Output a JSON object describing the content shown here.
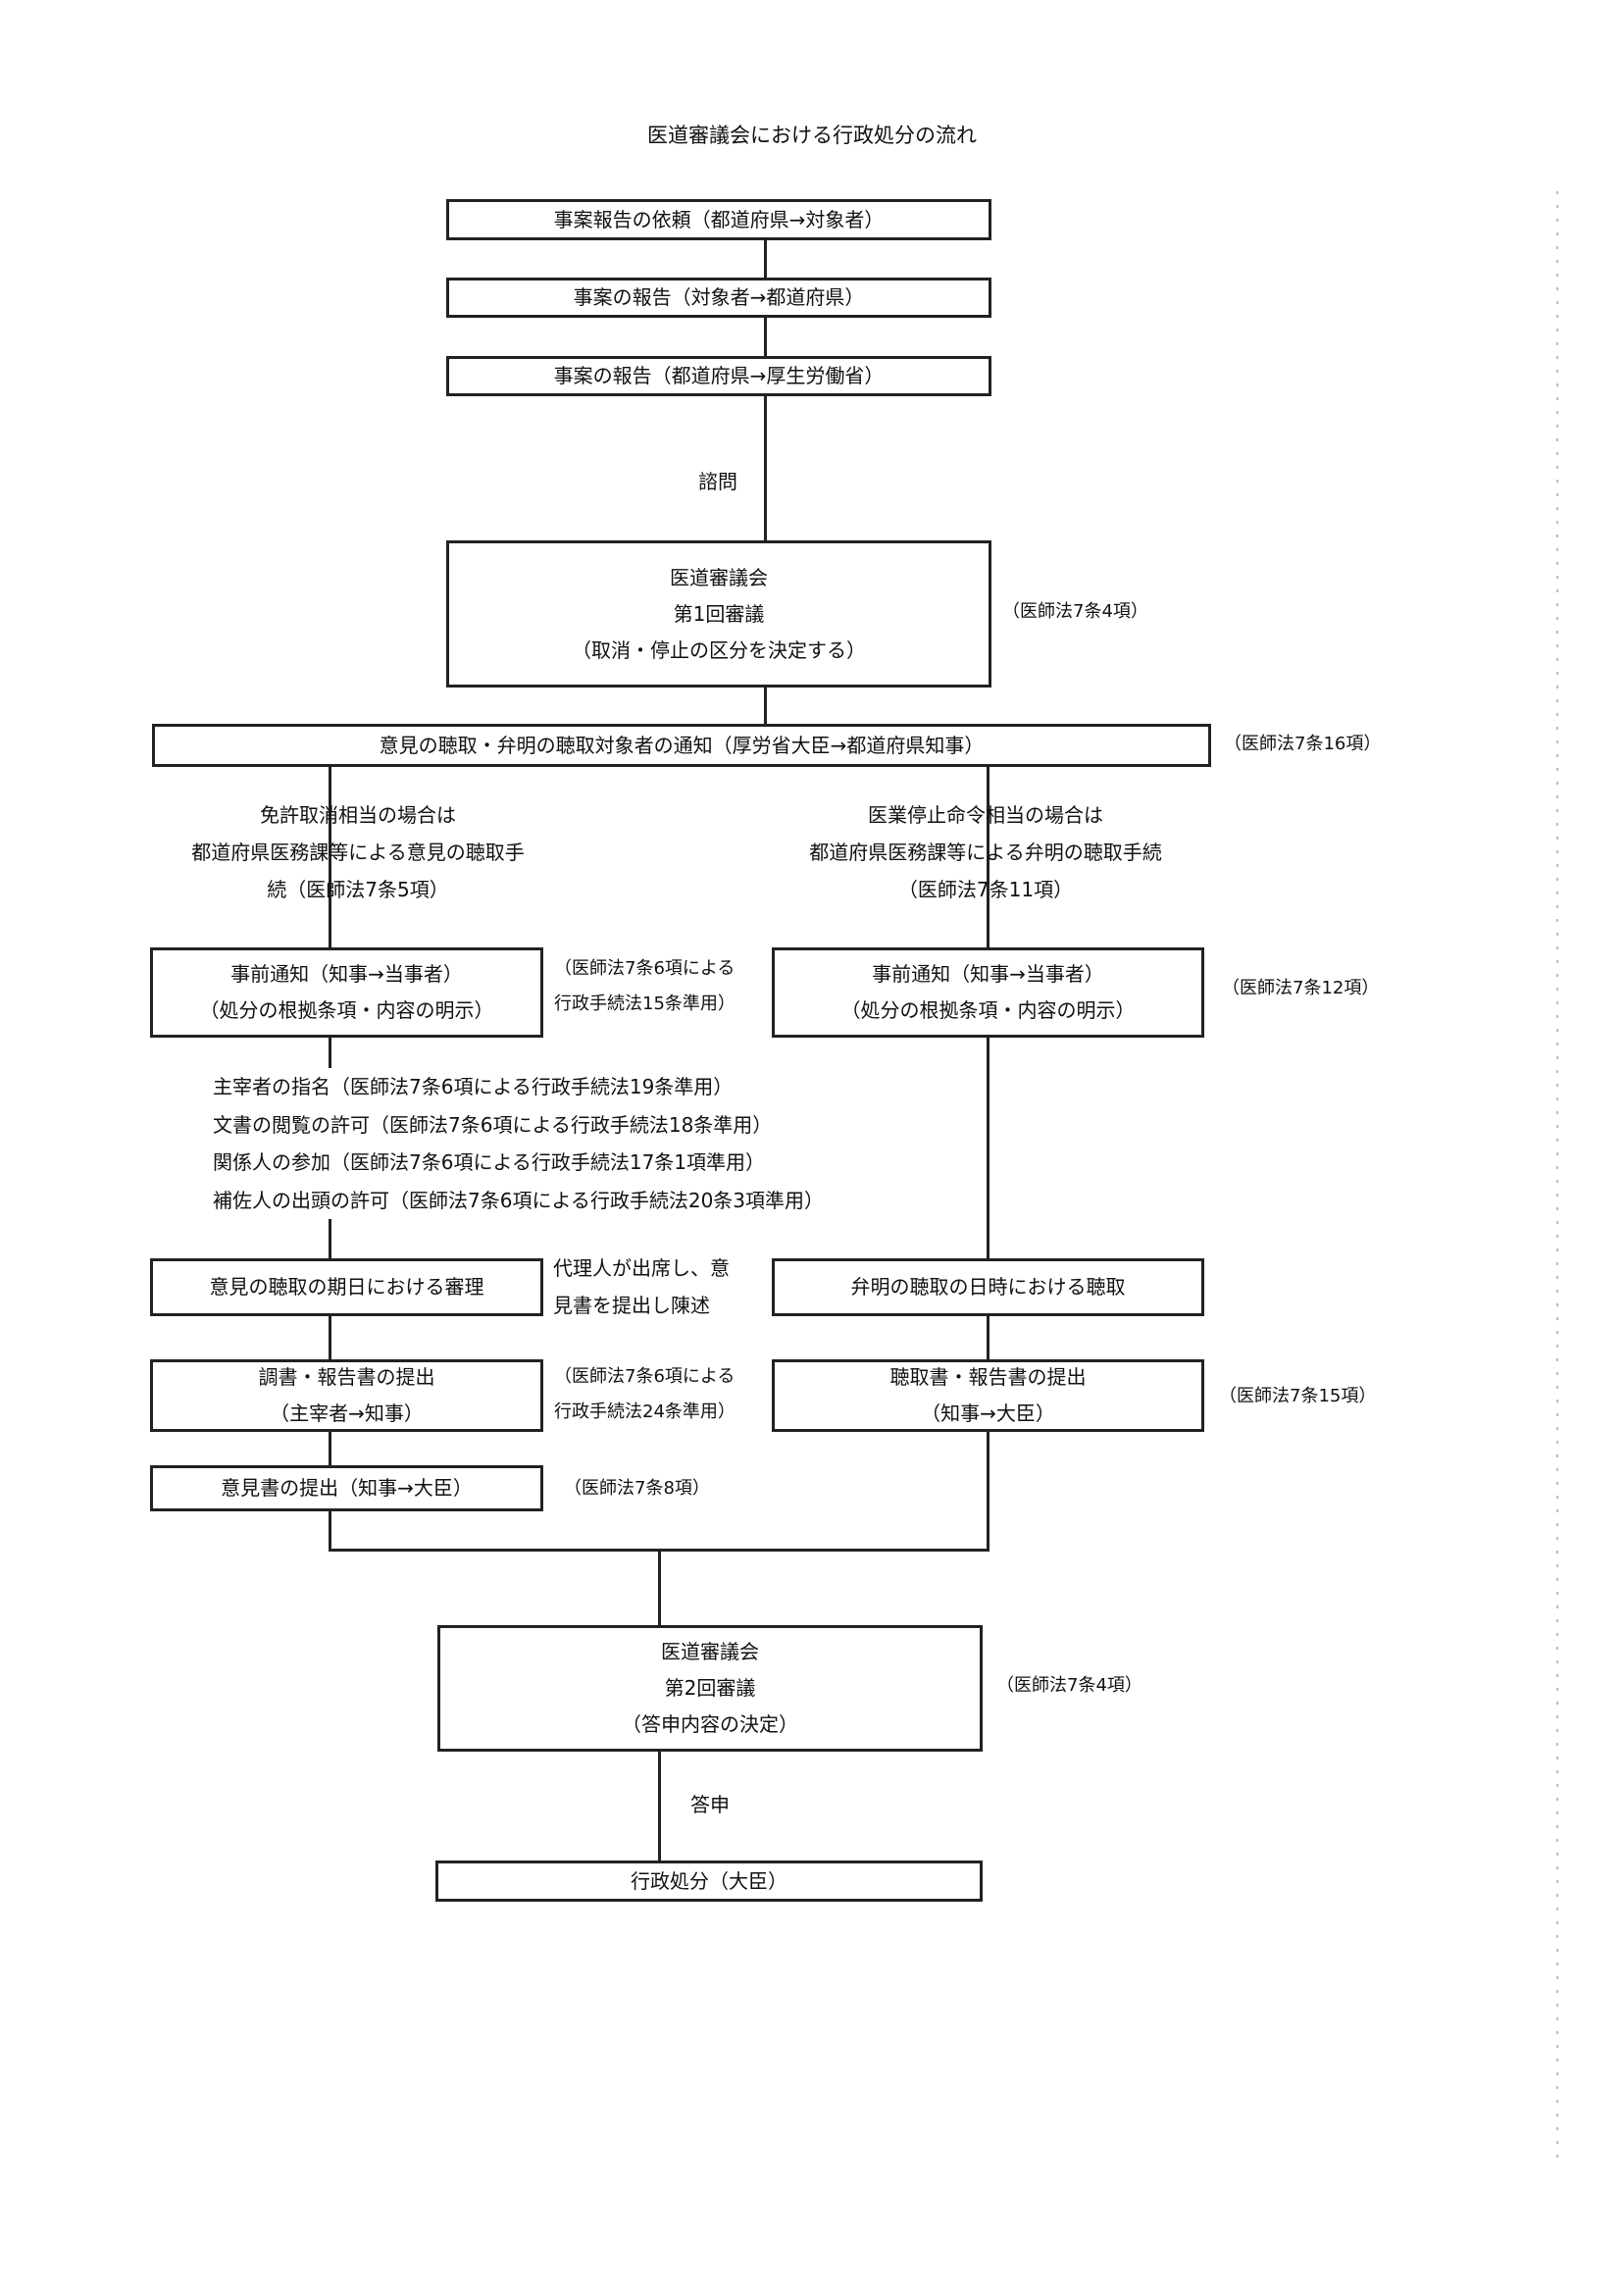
{
  "title": "医道審議会における行政処分の流れ",
  "steps": {
    "request": "事案報告の依頼（都道府県→対象者）",
    "report1": "事案の報告（対象者→都道府県）",
    "report2": "事案の報告（都道府県→厚生労働省）",
    "consult": "諮問",
    "council1": {
      "line1": "医道審議会",
      "line2": "第1回審議",
      "line3": "（取消・停止の区分を決定する）"
    },
    "council1_note": "（医師法7条4項）",
    "notify": "意見の聴取・弁明の聴取対象者の通知（厚労省大臣→都道府県知事）",
    "notify_note": "（医師法7条16項）",
    "council2": {
      "line1": "医道審議会",
      "line2": "第2回審議",
      "line3": "（答申内容の決定）"
    },
    "council2_note": "（医師法7条4項）",
    "answer": "答申",
    "disposition": "行政処分（大臣）"
  },
  "left_branch": {
    "condition": [
      "免許取消相当の場合は",
      "都道府県医務課等による意見の聴取手",
      "続（医師法7条5項）"
    ],
    "prior_notice": {
      "line1": "事前通知（知事→当事者）",
      "line2": "（処分の根拠条項・内容の明示）"
    },
    "prior_notice_note": [
      "（医師法7条6項による",
      "行政手続法15条準用）"
    ],
    "procedures": [
      "主宰者の指名（医師法7条6項による行政手続法19条準用）",
      "文書の閲覧の許可（医師法7条6項による行政手続法18条準用）",
      "関係人の参加（医師法7条6項による行政手続法17条1項準用）",
      "補佐人の出頭の許可（医師法7条6項による行政手続法20条3項準用）"
    ],
    "hearing": "意見の聴取の期日における審理",
    "hearing_note": [
      "代理人が出席し、意",
      "見書を提出し陳述"
    ],
    "record": {
      "line1": "調書・報告書の提出",
      "line2": "（主宰者→知事）"
    },
    "record_note": [
      "（医師法7条6項による",
      "行政手続法24条準用）"
    ],
    "opinion": "意見書の提出（知事→大臣）",
    "opinion_note": "（医師法7条8項）"
  },
  "right_branch": {
    "condition": [
      "医業停止命令相当の場合は",
      "都道府県医務課等による弁明の聴取手続",
      "（医師法7条11項）"
    ],
    "prior_notice": {
      "line1": "事前通知（知事→当事者）",
      "line2": "（処分の根拠条項・内容の明示）"
    },
    "prior_notice_note": "（医師法7条12項）",
    "hearing": "弁明の聴取の日時における聴取",
    "record": {
      "line1": "聴取書・報告書の提出",
      "line2": "（知事→大臣）"
    },
    "record_note": "（医師法7条15項）"
  }
}
